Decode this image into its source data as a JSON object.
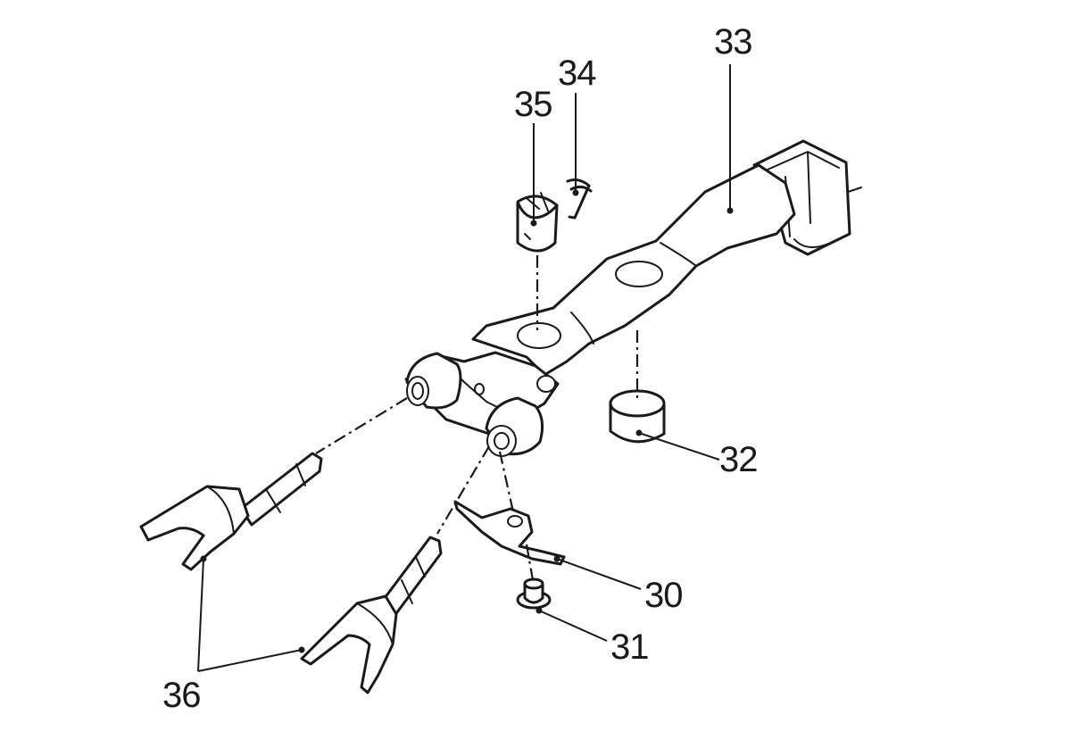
{
  "callouts": {
    "c30": "30",
    "c31": "31",
    "c32": "32",
    "c33": "33",
    "c34": "34",
    "c35": "35",
    "c36": "36"
  },
  "colors": {
    "line": "#1a1a1a",
    "background": "#ffffff"
  }
}
